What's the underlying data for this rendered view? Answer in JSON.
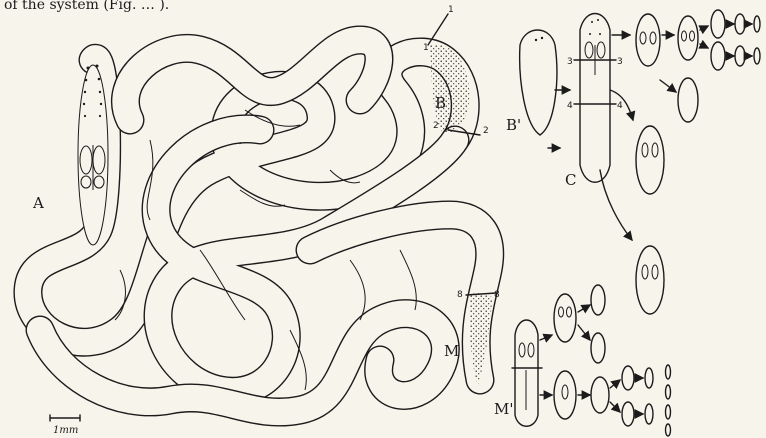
{
  "header_fragment": "of the system (Fig. … ).",
  "labels": {
    "A": "A",
    "B": "B",
    "B_prime": "B'",
    "C": "C",
    "M": "M",
    "M_prime": "M'"
  },
  "cut_numbers": {
    "n1": "1",
    "n2": "2",
    "n3": "3",
    "n4": "4",
    "n8": "8"
  },
  "scale_bar": "1mm"
}
